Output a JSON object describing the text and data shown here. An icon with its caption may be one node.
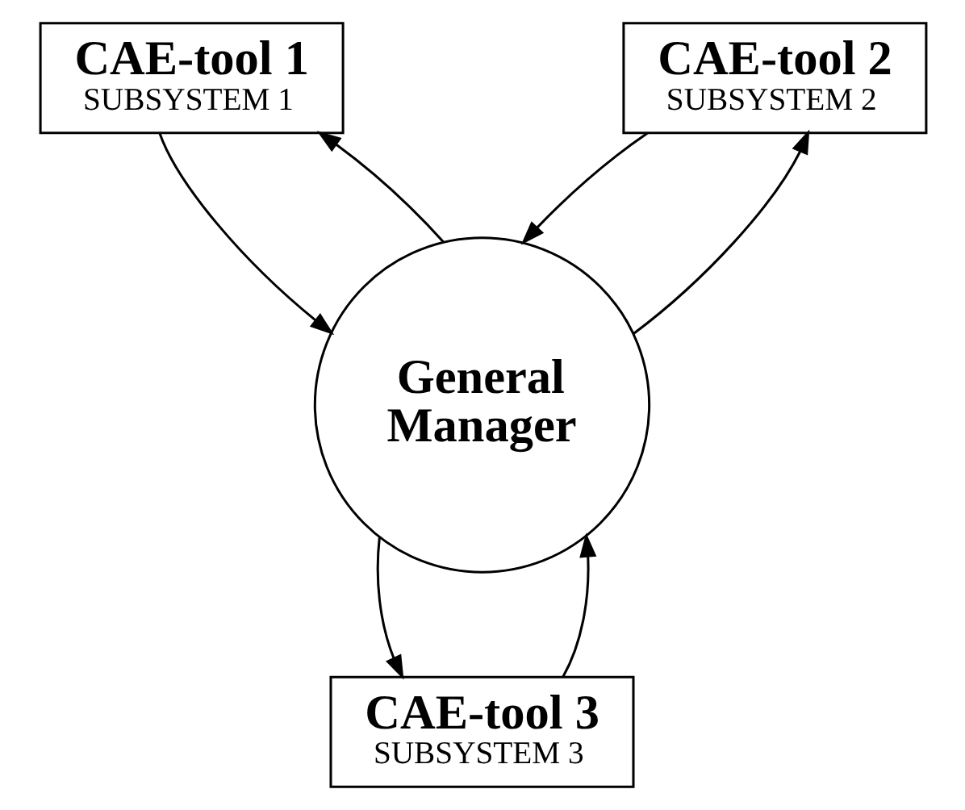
{
  "diagram": {
    "nodes": [
      {
        "text": [
          "CAE-tool 1",
          "SUBSYSTEM 1"
        ]
      },
      {
        "text": [
          "CAE-tool 2",
          "SUBSYSTEM 2"
        ]
      },
      {
        "text": [
          "CAE-tool 3",
          "SUBSYSTEM 3"
        ]
      },
      {
        "text": [
          "General Manager"
        ]
      }
    ],
    "edges": [
      {
        "from": 3,
        "to": 0,
        "arrow": "to"
      },
      {
        "from": 0,
        "to": 3,
        "arrow": "to"
      },
      {
        "from": 3,
        "to": 1,
        "arrow": "to"
      },
      {
        "from": 1,
        "to": 3,
        "arrow": "to"
      },
      {
        "from": 3,
        "to": 2,
        "arrow": "to"
      },
      {
        "from": 2,
        "to": 3,
        "arrow": "to"
      }
    ]
  }
}
